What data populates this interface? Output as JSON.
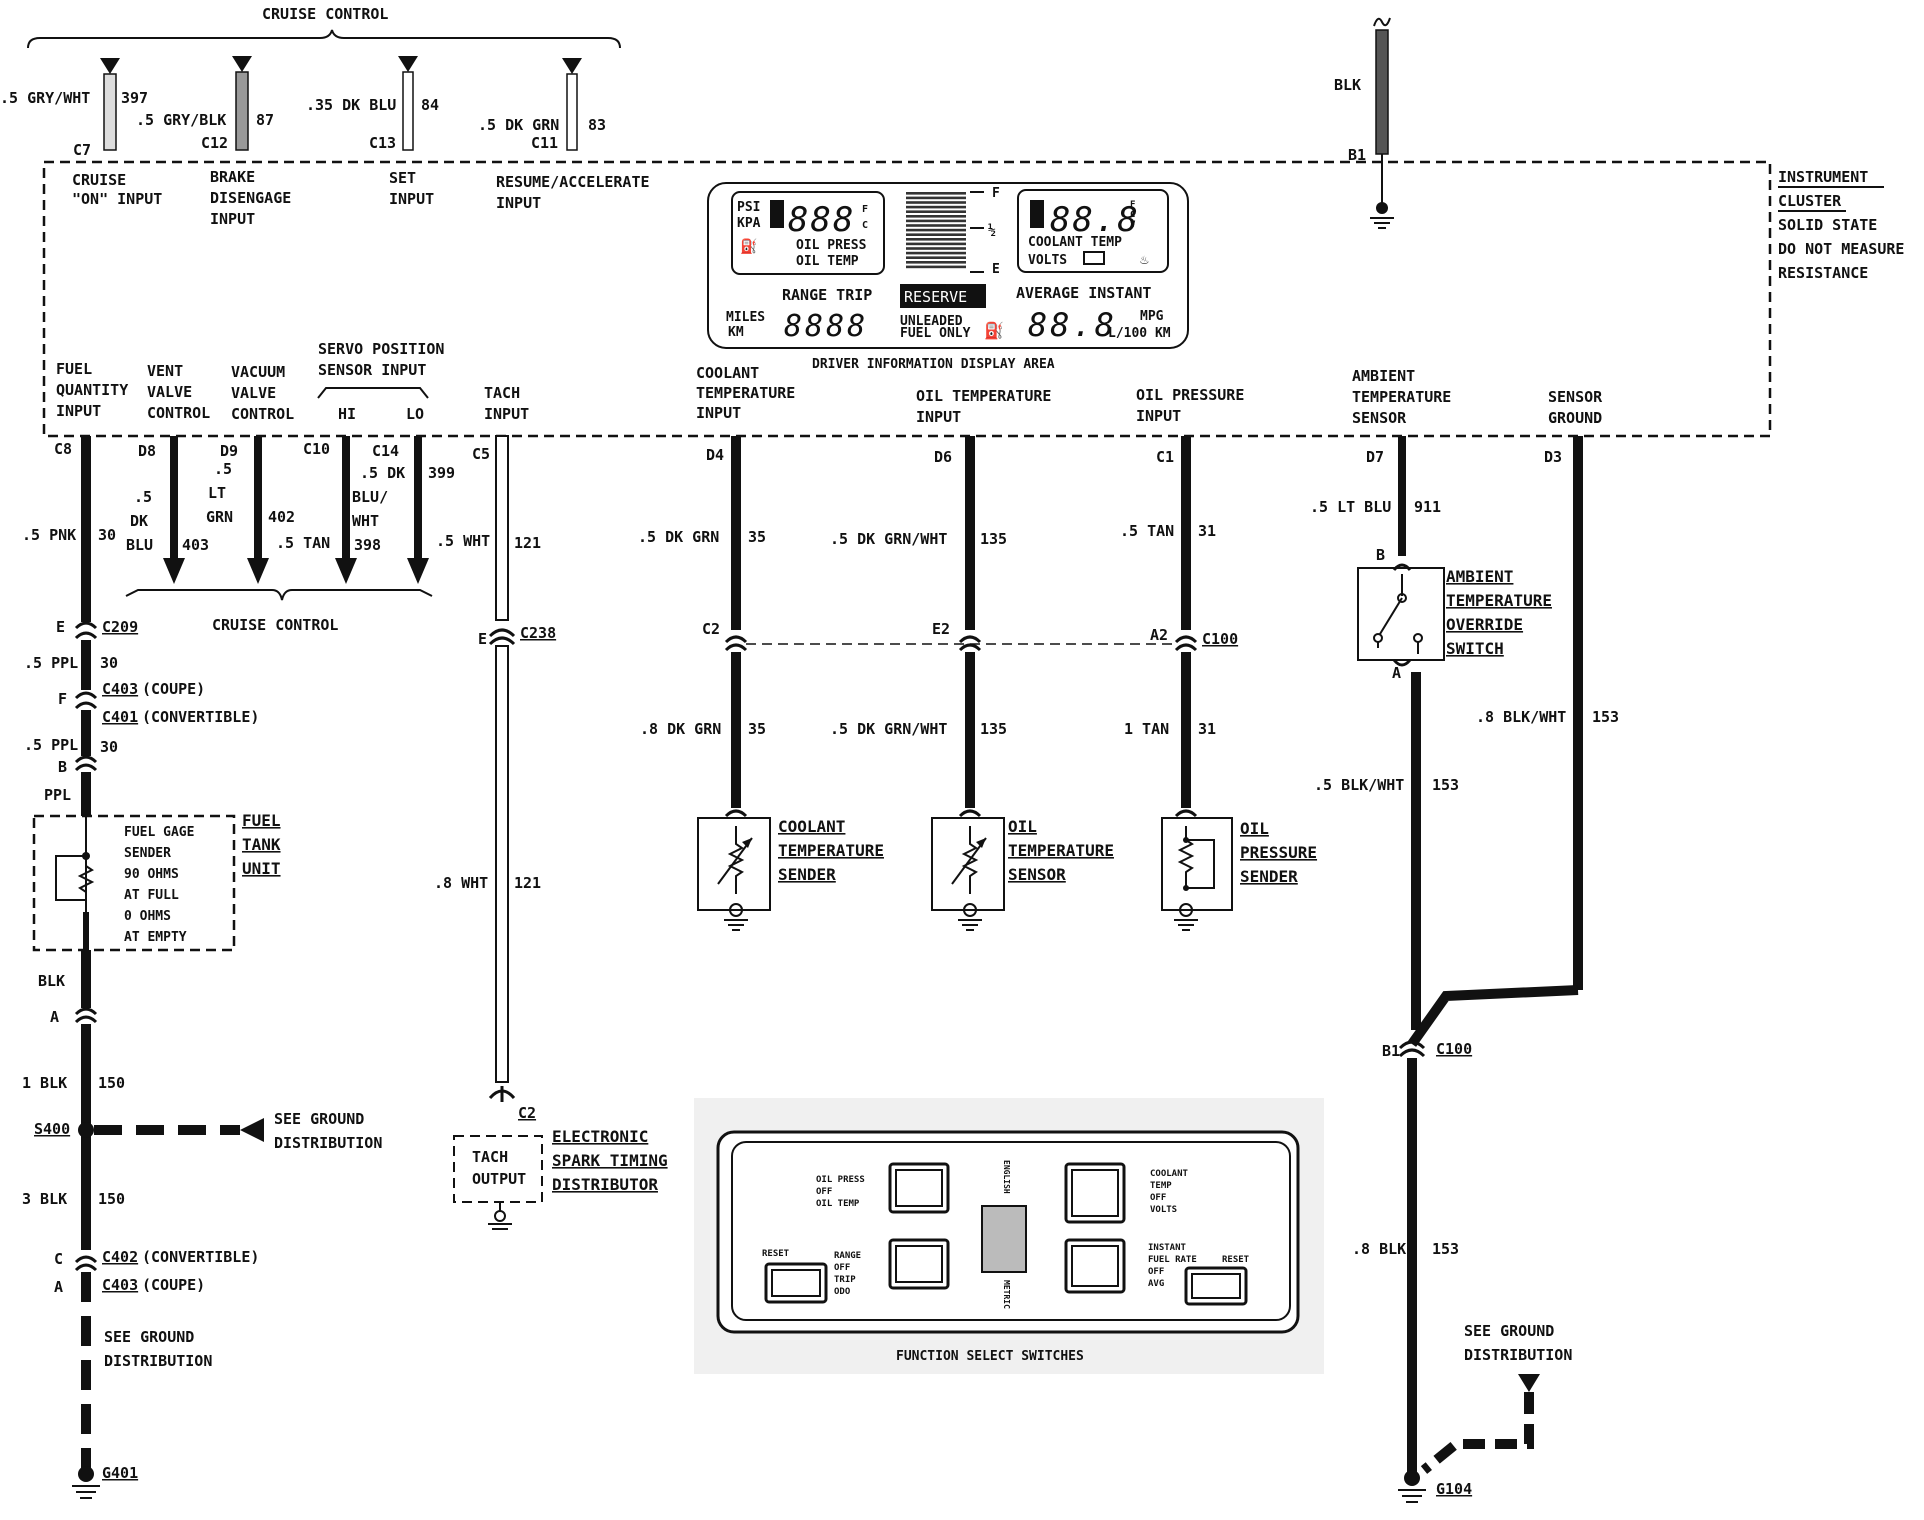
{
  "cruise_top": {
    "title": "CRUISE CONTROL",
    "wires": [
      {
        "size": ".5 GRY/WHT",
        "circuit": "397",
        "pin": "C7",
        "input": "CRUISE\n\"ON\" INPUT"
      },
      {
        "size": ".5 GRY/BLK",
        "circuit": "87",
        "pin": "C12",
        "input": "BRAKE\nDISENGAGE\nINPUT"
      },
      {
        "size": ".35 DK BLU",
        "circuit": "84",
        "pin": "C13",
        "input": "SET\nINPUT"
      },
      {
        "size": ".5 DK GRN",
        "circuit": "83",
        "pin": "C11",
        "input": "RESUME/ACCELERATE\nINPUT"
      }
    ]
  },
  "top_right": {
    "color": "BLK",
    "pin": "B1"
  },
  "cluster": {
    "label": "INSTRUMENT\nCLUSTER\nSOLID STATE\nDO NOT MEASURE\nRESISTANCE",
    "display_area_label": "DRIVER INFORMATION DISPLAY AREA"
  },
  "display": {
    "psi": "PSI",
    "kpa": "KPA",
    "digits_left": "888",
    "f": "F",
    "c": "C",
    "oil_press": "OIL PRESS",
    "oil_temp": "OIL TEMP",
    "gauge_f": "F",
    "gauge_half": "½",
    "gauge_e": "E",
    "digits_right": "88.8",
    "fcv": "F\nC\nV",
    "coolant_temp": "COOLANT TEMP",
    "volts": "VOLTS",
    "range_trip": "RANGE TRIP",
    "reserve": "RESERVE",
    "average_instant": "AVERAGE INSTANT",
    "miles": "MILES",
    "km": "KM",
    "digits_trip": "8888",
    "unleaded": "UNLEADED",
    "fuel_only": "FUEL ONLY",
    "digits_mpg": "88.8",
    "mpg": "MPG",
    "l100": "L/100 KM"
  },
  "bottom_inputs": {
    "fuel_quantity": "FUEL\nQUANTITY\nINPUT",
    "vent_valve": "VENT\nVALVE\nCONTROL",
    "vacuum_valve": "VACUUM\nVALVE\nCONTROL",
    "servo_position": "SERVO POSITION\nSENSOR INPUT",
    "hi": "HI",
    "lo": "LO",
    "tach": "TACH\nINPUT",
    "coolant_temp": "COOLANT\nTEMPERATURE\nINPUT",
    "oil_temp": "OIL TEMPERATURE\nINPUT",
    "oil_pressure": "OIL PRESSURE\nINPUT",
    "ambient_temp": "AMBIENT\nTEMPERATURE\nSENSOR",
    "sensor_ground": "SENSOR\nGROUND"
  },
  "pins": {
    "c8": "C8",
    "d8": "D8",
    "d9": "D9",
    "c10": "C10",
    "c14": "C14",
    "c5": "C5",
    "d4": "D4",
    "d6": "D6",
    "c1": "C1",
    "d7": "D7",
    "d3": "D3"
  },
  "wires_mid": {
    "pnk": ".5 PNK",
    "pnk_c": "30",
    "dkblu_a": ".5",
    "dkblu_b": "DK",
    "dkblu_c": "BLU",
    "dkblu_n": "403",
    "ltgrn_a": ".5",
    "ltgrn_b": "LT",
    "ltgrn_c": "GRN",
    "ltgrn_n": "402",
    "tan": ".5 TAN",
    "dkblu2_a": ".5 DK",
    "dkblu2_b": "BLU/",
    "dkblu2_c": "WHT",
    "dkblu2_n": "398",
    "n399": "399",
    "wht": ".5 WHT",
    "wht_c": "121",
    "dkgrn": ".5 DK GRN",
    "dkgrn_c": "35",
    "dkgrnwht": ".5 DK GRN/WHT",
    "dkgrnwht_c": "135",
    "tan31": ".5 TAN",
    "tan31_c": "31",
    "ltblu": ".5 LT BLU",
    "ltblu_c": "911",
    "cruise_bottom": "CRUISE CONTROL"
  },
  "fuel_path": {
    "e": "E",
    "c209": "C209",
    "ppl1": ".5 PPL",
    "ppl1_c": "30",
    "f": "F",
    "c403": "C403",
    "coupe": "(COUPE)",
    "c401": "C401",
    "convertible": "(CONVERTIBLE)",
    "ppl2": ".5 PPL",
    "ppl2_c": "30",
    "b": "B",
    "ppl": "PPL",
    "sender": "FUEL GAGE\nSENDER\n90 OHMS\nAT FULL\n0 OHMS\nAT EMPTY",
    "tank_unit": "FUEL\nTANK\nUNIT",
    "blk": "BLK",
    "a": "A",
    "blk1": "1 BLK",
    "blk1_c": "150",
    "s400": "S400",
    "see_ground": "SEE GROUND\nDISTRIBUTION",
    "blk3": "3 BLK",
    "blk3_c": "150",
    "c": "C",
    "c402": "C402",
    "convertible2": "(CONVERTIBLE)",
    "a2": "A",
    "c403b": "C403",
    "coupe2": "(COUPE)",
    "see_ground2": "SEE GROUND\nDISTRIBUTION",
    "g401": "G401"
  },
  "tach_path": {
    "e": "E",
    "c238": "C238",
    "wht8": ".8 WHT",
    "wht8_c": "121",
    "c2": "C2",
    "tach_output": "TACH\nOUTPUT",
    "est": "ELECTRONIC\nSPARK TIMING\nDISTRIBUTOR"
  },
  "sensors": {
    "c2": "C2",
    "e2": "E2",
    "a2": "A2",
    "c100": "C100",
    "dkgrn8": ".8 DK GRN",
    "dkgrn8_c": "35",
    "dkgrnwht5": ".5 DK GRN/WHT",
    "dkgrnwht5_c": "135",
    "tan1": "1 TAN",
    "tan1_c": "31",
    "coolant_sender": "COOLANT\nTEMPERATURE\nSENDER",
    "oil_temp_sensor": "OIL\nTEMPERATURE\nSENSOR",
    "oil_press_sender": "OIL\nPRESSURE\nSENDER"
  },
  "ambient": {
    "b": "B",
    "a": "A",
    "switch": "AMBIENT\nTEMPERATURE\nOVERRIDE\nSWITCH",
    "blkwht8": ".8 BLK/WHT",
    "blkwht8_c": "153",
    "blkwht5": ".5 BLK/WHT",
    "blkwht5_c": "153",
    "b1": "B1",
    "c100": "C100",
    "blk8": ".8 BLK",
    "blk8_c": "153",
    "see_ground": "SEE GROUND\nDISTRIBUTION",
    "g104": "G104"
  },
  "switches": {
    "title": "FUNCTION SELECT SWITCHES",
    "left_top": "OIL PRESS\nOFF\nOIL TEMP",
    "reset_left": "RESET",
    "left_bottom": "RANGE\nOFF\nTRIP\nODO",
    "english": "ENGLISH",
    "metric": "METRIC",
    "right_top": "COOLANT\nTEMP\nOFF\nVOLTS",
    "right_bottom": "INSTANT\nFUEL RATE\nOFF\nAVG",
    "reset_right": "RESET"
  }
}
